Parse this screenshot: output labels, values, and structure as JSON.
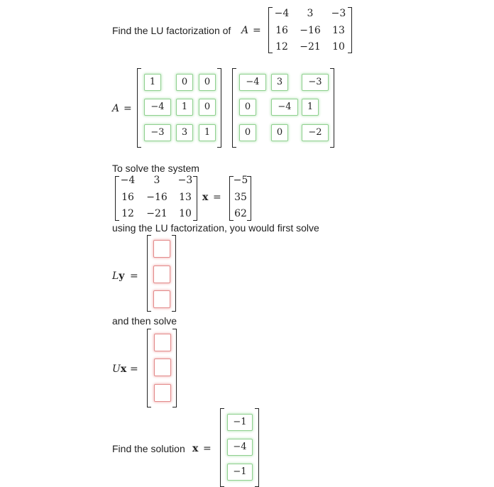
{
  "problem": {
    "prompt": "Find the LU factorization of",
    "var": "A",
    "eq": "=",
    "matrix": [
      [
        "−4",
        "3",
        "−3"
      ],
      [
        "16",
        "−16",
        "13"
      ],
      [
        "12",
        "−21",
        "10"
      ]
    ]
  },
  "factorization": {
    "lhs": "A",
    "eq": "=",
    "L": [
      [
        "1",
        "0",
        "0"
      ],
      [
        "−4",
        "1",
        "0"
      ],
      [
        "−3",
        "3",
        "1"
      ]
    ],
    "U": [
      [
        "−4",
        "3",
        "−3"
      ],
      [
        "0",
        "−4",
        "1"
      ],
      [
        "0",
        "0",
        "−2"
      ]
    ]
  },
  "system": {
    "intro": "To solve the system",
    "A": [
      [
        "−4",
        "3",
        "−3"
      ],
      [
        "16",
        "−16",
        "13"
      ],
      [
        "12",
        "−21",
        "10"
      ]
    ],
    "x": "x",
    "eq": "=",
    "b": [
      "−5",
      "35",
      "62"
    ],
    "after": "using the LU factorization, you would first solve"
  },
  "ly": {
    "L": "L",
    "y": "y",
    "eq": "=",
    "values": [
      "",
      "",
      ""
    ]
  },
  "then": "and then solve",
  "ux": {
    "U": "U",
    "x": "x",
    "eq": "=",
    "values": [
      "",
      "",
      ""
    ]
  },
  "solution": {
    "prompt": "Find the solution",
    "x": "x",
    "eq": "=",
    "values": [
      "−1",
      "−4",
      "−1"
    ]
  }
}
